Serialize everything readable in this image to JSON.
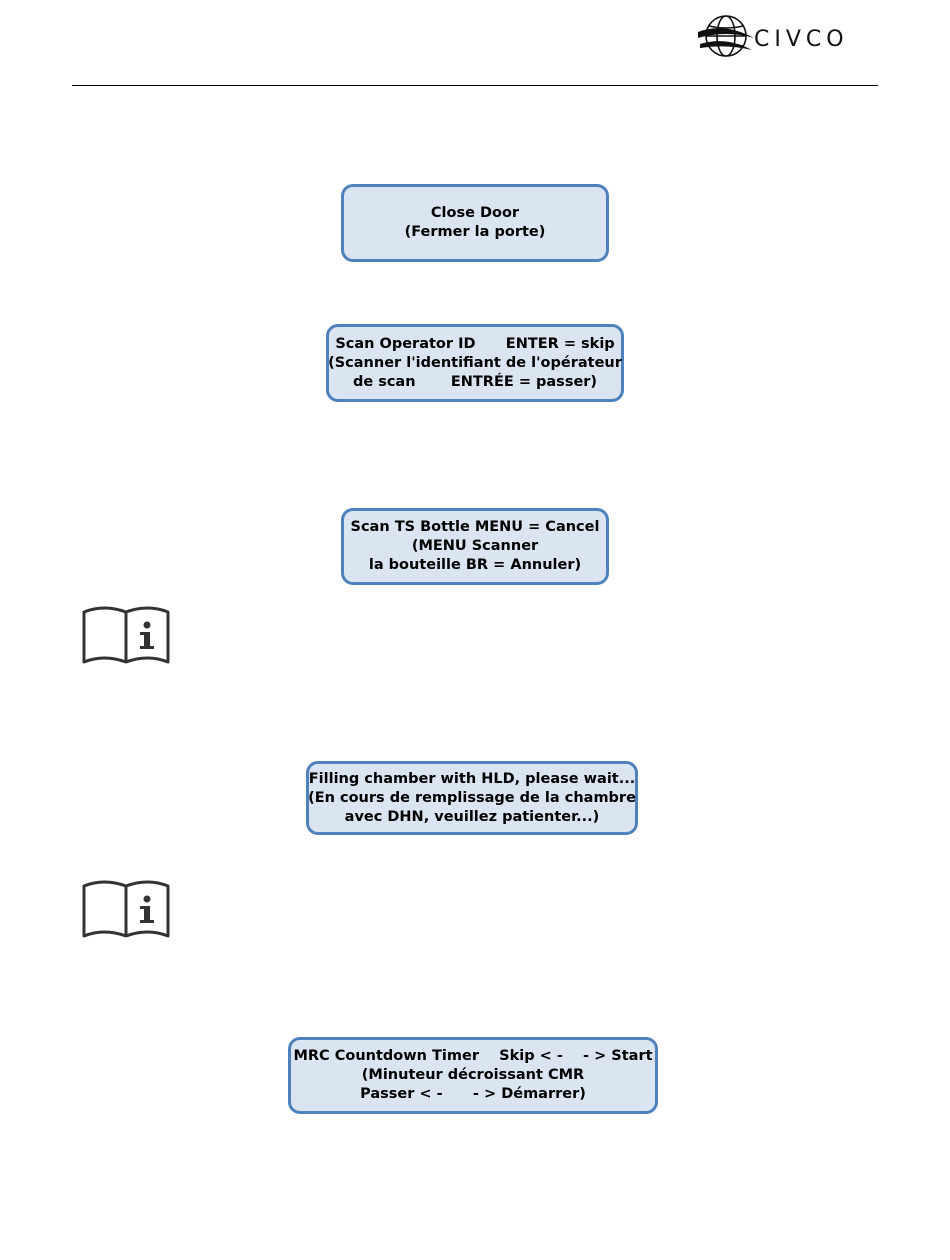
{
  "header": {
    "logo_text": "CIVCO"
  },
  "boxes": [
    {
      "lines": [
        "Close Door",
        "(Fermer la porte)"
      ]
    },
    {
      "lines": [
        "Scan Operator ID      ENTER = skip",
        "(Scanner l'identifiant de l'opérateur",
        "de scan       ENTRÉE = passer)"
      ]
    },
    {
      "lines": [
        "Scan TS Bottle MENU = Cancel",
        "(MENU Scanner",
        "la bouteille BR = Annuler)"
      ]
    },
    {
      "lines": [
        "Filling chamber with HLD, please wait...",
        "(En cours de remplissage de la chambre",
        "avec DHN, veuillez patienter...)"
      ]
    },
    {
      "lines": [
        "MRC Countdown Timer    Skip < -    - > Start",
        "(Minuteur décroissant CMR",
        "Passer < -      - > Démarrer)"
      ]
    }
  ],
  "colors": {
    "box_fill": "#dbe5f1",
    "box_border": "#4f81bd"
  },
  "icons": [
    "manual-info-icon",
    "manual-info-icon"
  ]
}
